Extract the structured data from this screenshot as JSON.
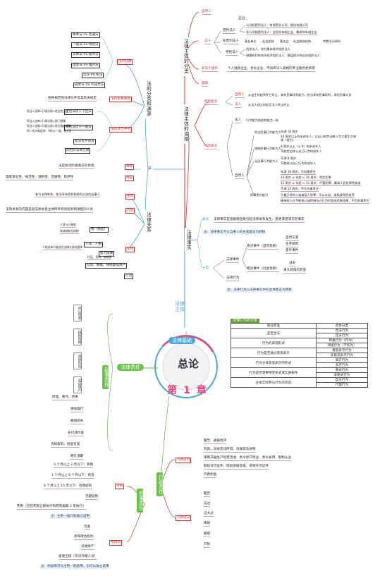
{
  "center": {
    "title": "总论",
    "chapter": "第 1 章",
    "branches": {
      "foundation": "法律基础",
      "subject": "法律主体",
      "liability": "法律责任"
    }
  },
  "subject_top": {
    "title": "法律主体的分类",
    "natural": "自然人",
    "icon_text": "企业",
    "legal": "法人",
    "profit": "营利法人",
    "profit_items": [
      "公司制营利法人：有限责任公司、股份有限公司",
      "非公司制营利法人：全民所有制企业、集体所有制企业"
    ],
    "nonprofit": "非营利法人",
    "nonprofit_items": [
      "事业单位",
      "社会团体",
      "基金会",
      "社会服务机构",
      "宗教活动场所"
    ],
    "special": "特别法人",
    "special_items": [
      "机关法人、农村集体经济组织法人",
      "城镇农村的合作经济组织法人、基层群众性自治组织法人"
    ],
    "unincorporated": "非法人组织",
    "unincorporated_text": "个人独资企业、合伙企业、不具有法人资格的专业服务机构等",
    "state": "国家"
  },
  "capacity": {
    "title": "法律主体的资格",
    "rights_capacity": "权利能力",
    "rc_natural": "自然人",
    "rc_natural_text": "从出生时起到死亡时止，具有民事权利能力，依法享有民事权利，承担民事义务",
    "rc_legal": "法人",
    "rc_legal_text": "从法人成立时起至法人终止时止",
    "conduct_capacity": "行为能力",
    "cc_legal": "法人",
    "cc_legal_text": "行为能力和权利能力一致",
    "cc_natural": "自然人",
    "full": "完全民事行为能力人",
    "full_items": [
      "年满 18 周岁",
      "16 周岁以上的未成年人，以自己的劳动收入为主要生活来源（视为）"
    ],
    "limited": "限制民事行为能力人",
    "limited_items": [
      "8 周岁以上（≥ 8）的未成年人",
      "不能完全辨认自己行为的成年人"
    ],
    "none": "无民事行为能力人",
    "none_items": [
      "不满 8 周岁",
      "不能辨认自己行为的成年人"
    ],
    "crim": "刑事责任能力",
    "crim_items": [
      "年满 16 周岁，负刑事责任",
      "14 周岁 ≤ 年龄 < 16 周岁，特定犯罪",
      "12 周岁 ≤ 年龄 < 14 周岁，严重犯罪，最高人民检察院核准",
      "不满 12 周岁，不负刑事责任"
    ],
    "crim_note1": "又聋又哑的人或者盲人犯罪，可以从轻、减轻或免除处罚",
    "crim_note2": "精神病人在不能辨认或控制自己行为时造成危害结果，不负刑事责任"
  },
  "classification": {
    "title": "法的分类和渊源",
    "category": "法的分类",
    "pairs": [
      "根本法 VS 普通法",
      "一般法 VS 特别法",
      "实体法 VS 程序法",
      "国际法 VS 国内法",
      "公法 VS 私法",
      "成文法 VS 不成文法"
    ],
    "source": "法的主要渊源",
    "source_text": "各种规范性法律文件及其有关规定",
    "effect": "法的效力冲突",
    "effect_items": [
      "上位法优于下位法",
      "特别法优于一般法",
      "新法优于旧法",
      "同位阶法律之间"
    ],
    "effect_notes": [
      "宪法>法律>行政法规>地方性法规",
      "宪法>法律>行政法规>部门规章",
      "宪法>法律>行政法规>地方政府规章",
      "同一机关制定的：特别>一般、新>旧"
    ]
  },
  "relations": {
    "title": "法律关系",
    "law": "法",
    "essence": "本质",
    "essence_text": "法是统治阶级意志的体现",
    "feature": "特征",
    "feature_text": "国家意志性、规范性、强制性、普遍性、程序性",
    "subject": "主体",
    "subject_text": "参与法律关系，依法享有权利和承担义务的当事人",
    "content": "内容",
    "content_text": "法律关系的内容是指法律关系主体所享有的权利和承担的义务",
    "object": "客体",
    "object_items": [
      "物（物品）",
      "人身、人格",
      "智力成果",
      "信息、数据、网络虚拟财产",
      "行为"
    ],
    "object_notes": [
      "人身与人格权",
      "有体物和无体物",
      "人的身体不能成为法律关系的客体",
      "作品、发明、商标等"
    ]
  },
  "facts": {
    "title": "法律事实",
    "concept": "概念",
    "concept_text": "法律事实是指能够直接引起法律关系发生、变更或者消灭的事实",
    "note1": "注：法律事实不以当事人的主观意志为转移",
    "classify": "分类",
    "event": "法律事件",
    "absolute": "绝对事件（自然现象）",
    "absolute_items": [
      "自然灾害",
      "生老病死",
      "意外事件"
    ],
    "relative": "相对事件（社会现象）",
    "relative_items": [
      "战争",
      "重大政策的改变"
    ],
    "act": "法律行为",
    "note2": "注：法律行为以法律事实中的主体意志为转移"
  },
  "table": {
    "title": "法律行为的分类",
    "headers": [
      "划分标准",
      "具体分类"
    ],
    "groups": [
      {
        "basis": "是否合法",
        "items": [
          "合法行为",
          "违法行为"
        ]
      },
      {
        "basis": "行为的表现形式",
        "items": [
          "积极行为（作为）",
          "消极行为（不作为）"
        ]
      },
      {
        "basis": "行为是否通过意思表示",
        "items": [
          "意思表示行为",
          "非意思表示行为"
        ]
      },
      {
        "basis": "行为主体意思表示的形式",
        "items": [
          "单方行为",
          "多方行为"
        ]
      },
      {
        "basis": "行为是否需要特定形式或实质要件",
        "items": [
          "要式行为",
          "非要式行为"
        ]
      },
      {
        "basis": "主体实际参与行为的状态",
        "items": [
          "自主行为",
          "代理行为"
        ]
      }
    ]
  },
  "civil": {
    "title": "民事责任",
    "items": [
      "停止侵害",
      "排除妨碍",
      "消除危险",
      "返还财产",
      "修理、重作、更换",
      "继续履行",
      "赔偿损失",
      "支付违约金",
      "消除影响、恢复名誉",
      "赔礼道歉"
    ]
  },
  "admin": {
    "title": "行政责任",
    "penalty": "行政处罚",
    "penalty_items": [
      "警告、通报批评",
      "罚款、没收违法所得、没收非法财物",
      "暂扣许可证件、降低资质等级、吊销许可证件",
      "限制开展生产经营活动、责令停产停业、责令关闭、限制从业",
      "行政拘留"
    ],
    "sanction": "行政处分",
    "sanction_items": [
      "警告",
      "记过",
      "记大过",
      "降级",
      "撤职",
      "开除"
    ]
  },
  "criminal": {
    "title": "刑事责任",
    "main": "主刑",
    "main_items": [
      "3 个月以上 2 年以下：管制",
      "1 个月以上 6 个月以下：拘役",
      "6 个月以上 15 年以下：有期徒刑",
      "无期徒刑",
      "死刑（包括死刑立即执行和死刑缓期 2 年执行）"
    ],
    "main_note": "注：主刑一般只能独立适用",
    "extra": "附加刑",
    "extra_items": [
      "罚金",
      "剥夺政治权利",
      "没收财产",
      "驱逐出境（仅对外籍人员）"
    ],
    "extra_note": "注：附加刑可与主刑一起适用，也可以独立适用"
  }
}
